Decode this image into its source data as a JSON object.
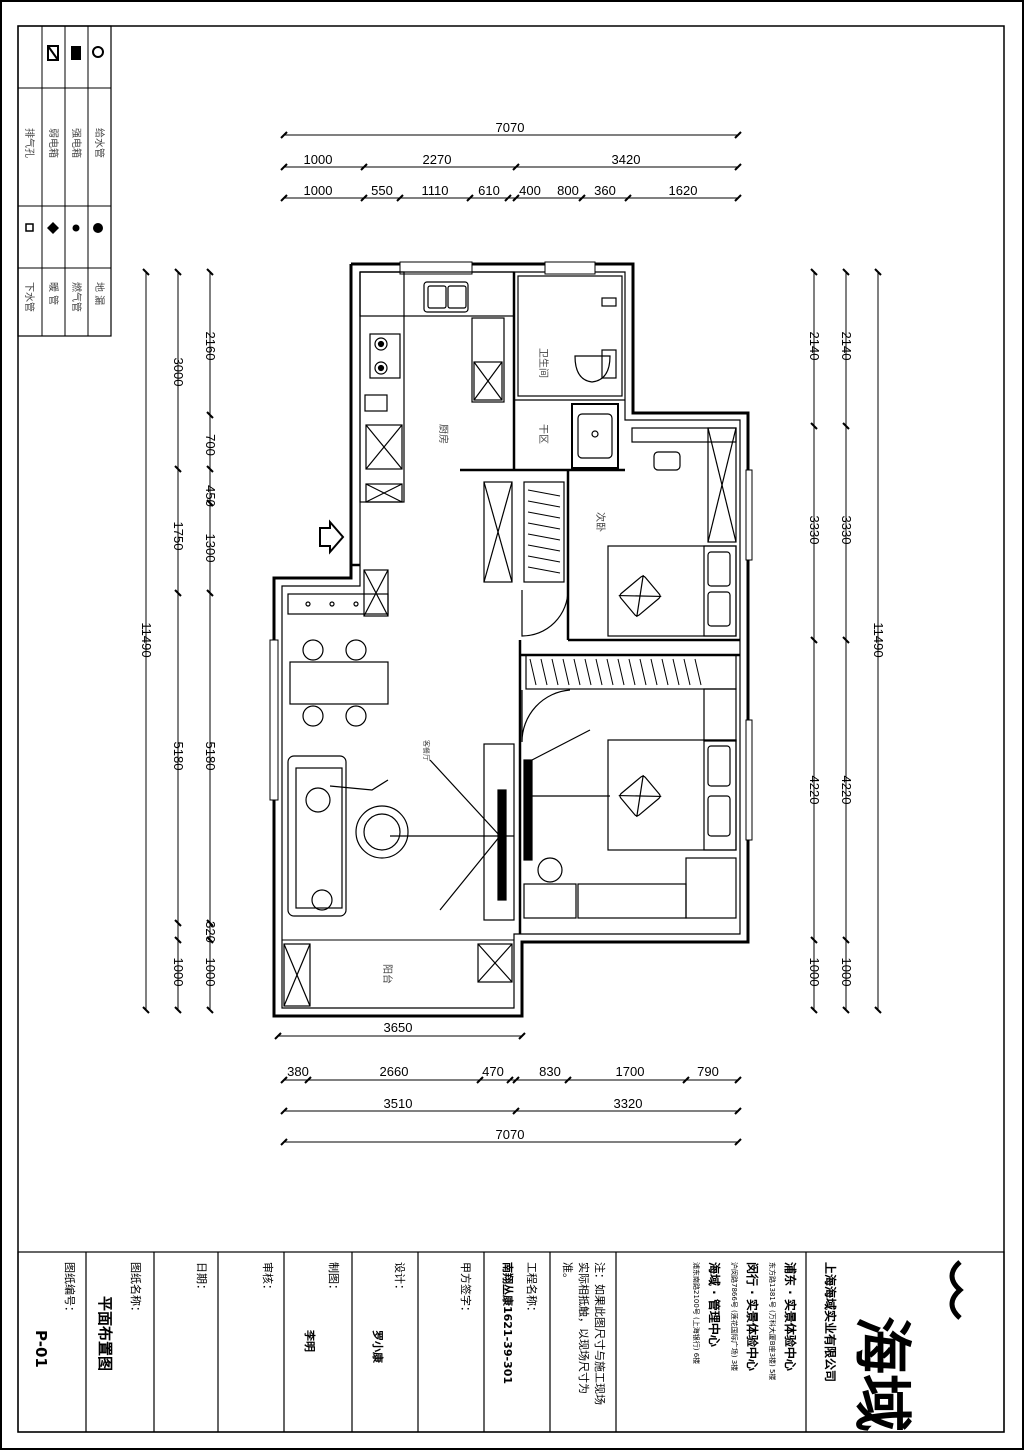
{
  "drawing": {
    "legend_top": [
      {
        "icon": "water-supply-pipe-icon",
        "label": "给水管"
      },
      {
        "icon": "strong-current-box-icon",
        "label": "强电箱"
      },
      {
        "icon": "weak-current-box-icon",
        "label": "弱电箱"
      }
    ],
    "legend_bottom": [
      {
        "icon": "flue-icon",
        "label": "地 漏"
      },
      {
        "icon": "gas-pipe-icon",
        "label": "燃气管"
      },
      {
        "icon": "drain-icon",
        "label": "下水管"
      },
      {
        "icon": "heating-icon",
        "label": "暖 管"
      },
      {
        "icon": "floor-drain-icon",
        "label": "排气孔"
      }
    ],
    "dims": {
      "top_total": "7070",
      "top_mid": [
        "1000",
        "2270",
        "3420"
      ],
      "top_detail": [
        "1000",
        "550",
        "1110",
        "610",
        "400",
        "800",
        "360",
        "1620"
      ],
      "bottom_detail": [
        "380",
        "2660",
        "470",
        "830",
        "1700",
        "790"
      ],
      "bottom_mid": [
        "3510",
        "3320"
      ],
      "bottom_total": "7070",
      "bottom_left": "3650",
      "left_outer": "11490",
      "left_mid": [
        "3000",
        "1750",
        "5180",
        "1000"
      ],
      "left_inner": [
        "2160",
        "700",
        "450",
        "1300",
        "5180",
        "320",
        "1000"
      ],
      "right_inner": [
        "2140",
        "3330",
        "4220",
        "1000"
      ],
      "right_mid": [
        "2140",
        "3330",
        "4220",
        "1000"
      ],
      "right_outer": "11490"
    },
    "rooms": {
      "kitchen": "厨房",
      "bathroom": "卫生间",
      "dry_area": "干区",
      "second_bedroom": "次卧",
      "living": "客餐厅",
      "balcony": "阳台"
    }
  },
  "title_block": {
    "company": "上海海域实业有限公司",
    "logo_text": "海域",
    "centers": [
      {
        "name": "浦东 · 实景体验中心",
        "address": "东方路1381号 (万科大厦B座3楼) 5楼"
      },
      {
        "name": "闵行 · 实景体验中心",
        "address": "沪闵路7866号 (莲花国际广场) 3楼"
      },
      {
        "name": "海域 · 管理中心",
        "address": "浦东南路2100号 (上海银行) 6楼"
      }
    ],
    "note": "注：如果此图尺寸与施工现场实际相抵触，以现场尺寸为准。",
    "project_label": "工程名称：",
    "project_value": "南翔丛康1621-39-301",
    "client_sign_label": "甲方签字：",
    "designer_label": "设计：",
    "designer_value": "罗小康",
    "drafter_label": "制图：",
    "drafter_value": "李明",
    "reviewer_label": "审核：",
    "date_label": "日期：",
    "drawing_name_label": "图纸名称：",
    "drawing_name": "平面布置图",
    "drawing_no_label": "图纸编号：",
    "drawing_no": "P-01"
  }
}
